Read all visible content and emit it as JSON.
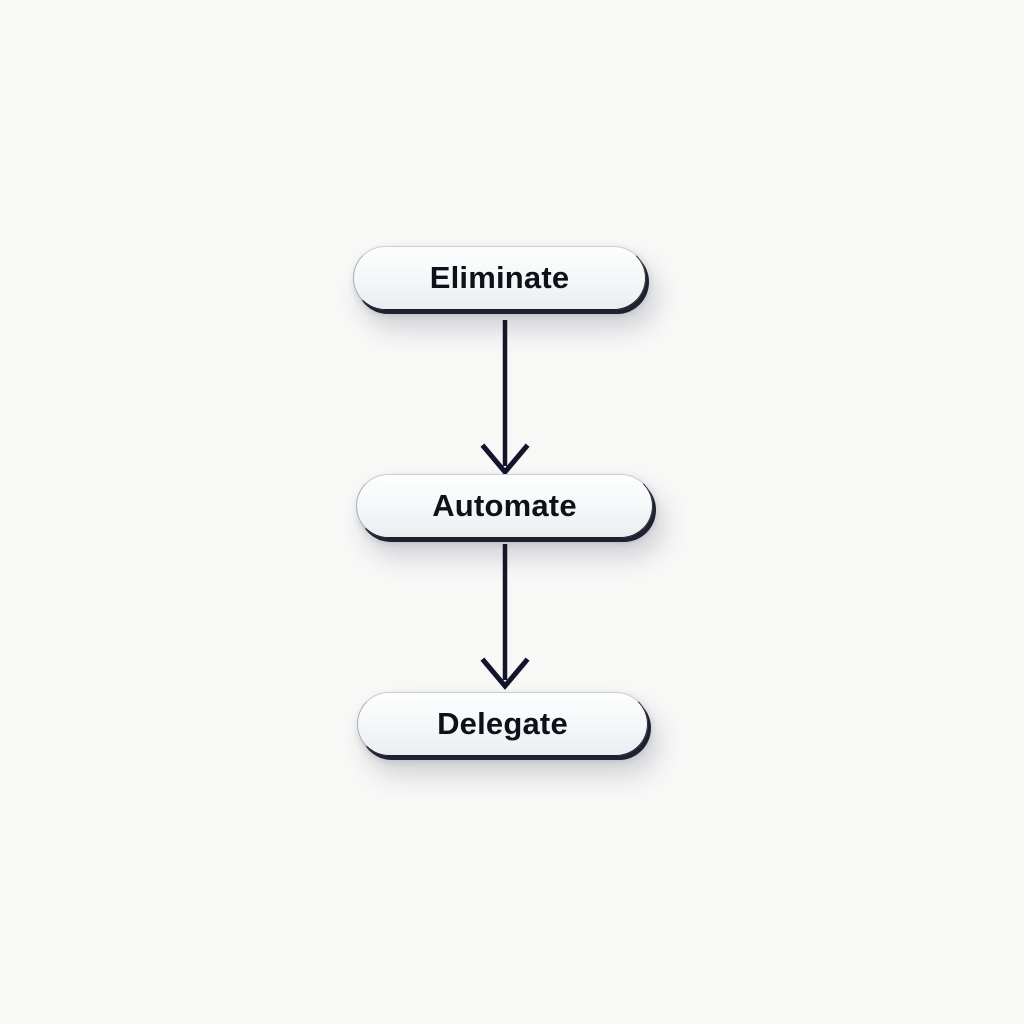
{
  "diagram": {
    "steps": [
      {
        "label": "Eliminate"
      },
      {
        "label": "Automate"
      },
      {
        "label": "Delegate"
      }
    ],
    "connections": [
      {
        "from": "Eliminate",
        "to": "Automate"
      },
      {
        "from": "Automate",
        "to": "Delegate"
      }
    ],
    "colors": {
      "background": "#f8f8f7",
      "pill_fill": "#f4f7f9",
      "outline": "#1c1d2a",
      "text": "#101018",
      "arrow": "#14152a"
    }
  }
}
